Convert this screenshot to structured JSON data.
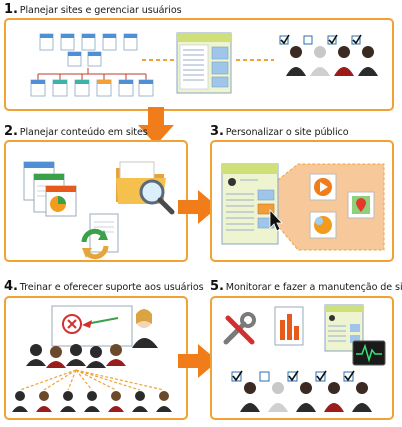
{
  "steps": [
    {
      "number": "1.",
      "title": "Planejar sites e gerenciar usuários"
    },
    {
      "number": "2.",
      "title": "Planejar conteúdo em sites"
    },
    {
      "number": "3.",
      "title": "Personalizar o site público"
    },
    {
      "number": "4.",
      "title": "Treinar e oferecer suporte aos usuários"
    },
    {
      "number": "5.",
      "title": "Monitorar e fazer a manutenção de sites"
    }
  ],
  "colors": {
    "panel_border": "#f0a236",
    "arrow": "#f07c1a",
    "checkbox": "#2a6fb0",
    "site_blue": "#4f8fd6"
  },
  "icons": [
    "site-hierarchy-icon",
    "site-page-icon",
    "user-checkbox-icon",
    "documents-icon",
    "folder-search-icon",
    "refresh-document-icon",
    "webpage-cursor-icon",
    "media-play-icon",
    "map-pin-icon",
    "trainer-icon",
    "audience-icon",
    "tools-icon",
    "bar-chart-icon",
    "monitor-icon"
  ]
}
